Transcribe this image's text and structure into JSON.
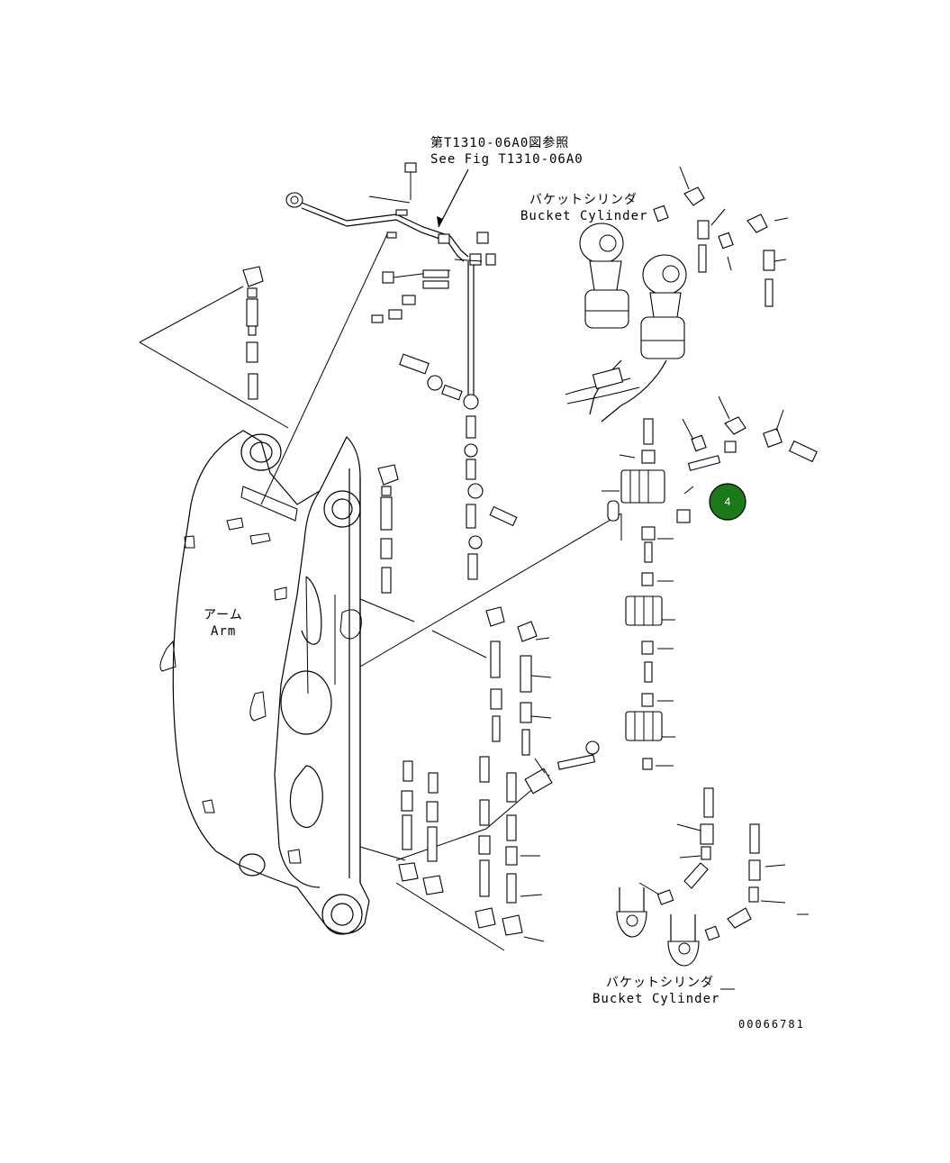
{
  "labels": {
    "ref_jp": "第T1310-06A0図参照",
    "ref_en": "See Fig T1310-06A0",
    "bucket_top_jp": "バケットシリンダ",
    "bucket_top_en": "Bucket Cylinder",
    "arm_jp": "アーム",
    "arm_en": "Arm",
    "bucket_bottom_jp": "バケットシリンダ",
    "bucket_bottom_en": "Bucket Cylinder",
    "drawing_number": "00066781"
  },
  "callout": {
    "number": "4",
    "color": "#1a7a1a"
  }
}
